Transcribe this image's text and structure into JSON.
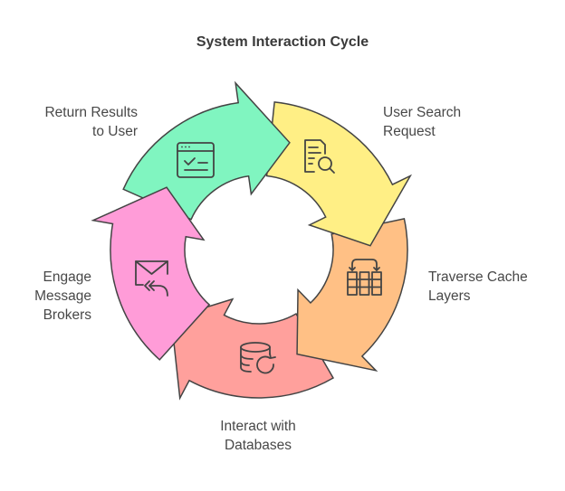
{
  "title": "System Interaction Cycle",
  "steps": [
    {
      "lines": [
        "User Search",
        "Request"
      ],
      "color": "#FFEF85",
      "icon": "document-search-icon"
    },
    {
      "lines": [
        "Traverse Cache",
        "Layers"
      ],
      "color": "#FFC085",
      "icon": "cache-layers-icon"
    },
    {
      "lines": [
        "Interact with",
        "Databases"
      ],
      "color": "#FFA09C",
      "icon": "database-refresh-icon"
    },
    {
      "lines": [
        "Engage",
        "Message",
        "Brokers"
      ],
      "color": "#FF9CD8",
      "icon": "mail-reply-icon"
    },
    {
      "lines": [
        "Return Results",
        "to User"
      ],
      "color": "#80F5C0",
      "icon": "browser-check-icon"
    }
  ],
  "stroke_color": "#444444"
}
